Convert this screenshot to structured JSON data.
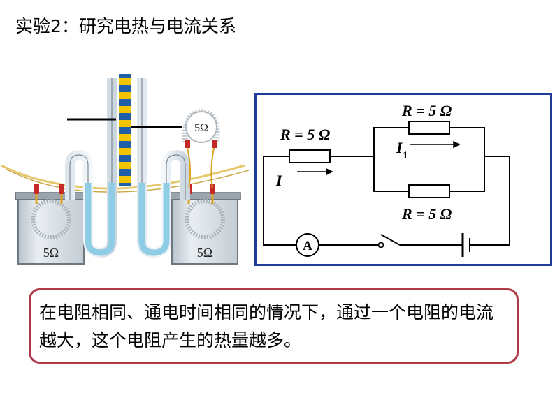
{
  "title": "实验2：研究电热与电流关系",
  "apparatus": {
    "resistor_outside": "5Ω",
    "resistor_left_jar": "5Ω",
    "resistor_right_jar": "5Ω"
  },
  "circuit": {
    "r_series": "R = 5 Ω",
    "r_parallel_top": "R = 5 Ω",
    "r_parallel_bottom": "R = 5 Ω",
    "current_main": "I",
    "current_branch": "I",
    "current_branch_sub": "1",
    "ammeter": "A"
  },
  "note": {
    "text": "在电阻相同、通电时间相同的情况下，通过一个电阻的电流越大，这个电阻产生的热量越多。"
  },
  "colors": {
    "circuit_border": "#1f3c99",
    "note_border": "#b03a4a",
    "water": "#8fcde6",
    "scale_blue": "#1f5fa8",
    "scale_yellow": "#f5c400"
  }
}
